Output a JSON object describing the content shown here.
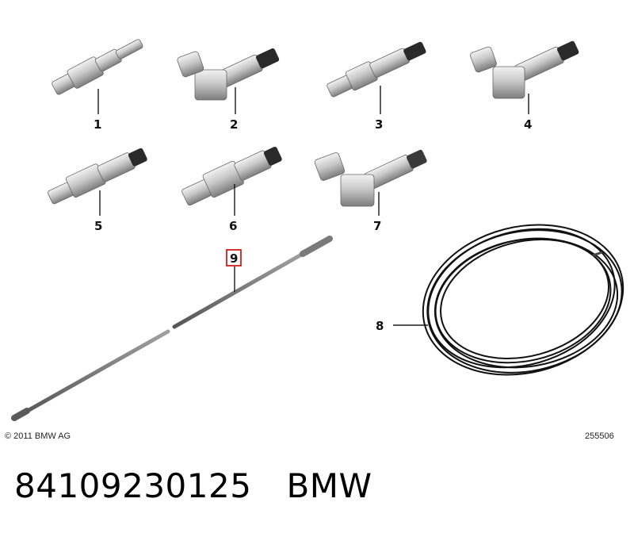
{
  "callouts": {
    "c1": "1",
    "c2": "2",
    "c3": "3",
    "c4": "4",
    "c5": "5",
    "c6": "6",
    "c7": "7",
    "c8": "8",
    "c9": "9"
  },
  "footer": {
    "copyright": "© 2011 BMW AG",
    "image_number": "255506"
  },
  "caption": {
    "part_number": "84109230125",
    "brand": "BMW"
  },
  "colors": {
    "highlight_box": "#cc0000",
    "metal": "#c8c8c8",
    "cable": "#111111"
  }
}
